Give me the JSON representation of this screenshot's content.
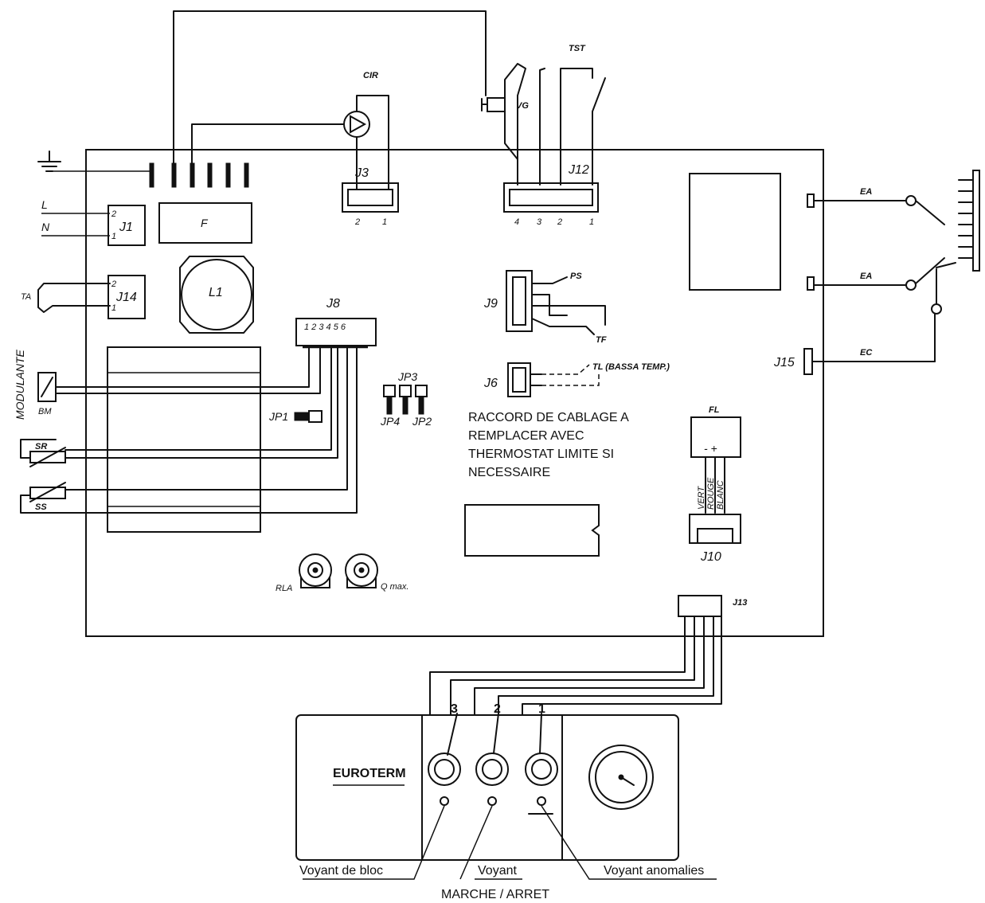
{
  "components": {
    "cir": "CIR",
    "vg": "VG",
    "tst": "TST",
    "j3": "J3",
    "j12": "J12",
    "j1": "J1",
    "j14": "J14",
    "fuse": "F",
    "l1": "L1",
    "j8": "J8",
    "j8_pins": "1 2 3 4 5 6",
    "j9": "J9",
    "ps": "PS",
    "tf": "TF",
    "j6": "J6",
    "tl": "TL (BASSA TEMP.)",
    "jp3": "JP3",
    "jp4": "JP4",
    "jp2": "JP2",
    "jp1": "JP1",
    "fl": "FL",
    "j10": "J10",
    "j13": "J13",
    "j15": "J15",
    "ea1": "EA",
    "ea2": "EA",
    "ec": "EC",
    "line": "L",
    "neutral": "N",
    "ta": "TA",
    "modulante": "MODULANTE",
    "bm": "BM",
    "sr": "SR",
    "ss": "SS",
    "rla": "RLA",
    "qmax": "Q max."
  },
  "pins": {
    "j3_2": "2",
    "j3_1": "1",
    "j12_4": "4",
    "j12_3": "3",
    "j12_2": "2",
    "j12_1": "1",
    "j1_2": "2",
    "j1_1": "1",
    "j14_2": "2",
    "j14_1": "1"
  },
  "note_lines": [
    "RACCORD DE CABLAGE A",
    "REMPLACER AVEC",
    "THERMOSTAT LIMITE SI",
    "NECESSAIRE"
  ],
  "fl_wires": [
    "VERT",
    "ROUGE",
    "BLANC"
  ],
  "fl_signs": "- +",
  "panel": {
    "brand": "EUROTERM",
    "num_3": "3",
    "num_2": "2",
    "num_1": "1"
  },
  "captions": {
    "voyant_bloc": "Voyant de bloc",
    "voyant": "Voyant",
    "marche_arret": "MARCHE / ARRET",
    "voyant_anomalies": "Voyant anomalies"
  }
}
